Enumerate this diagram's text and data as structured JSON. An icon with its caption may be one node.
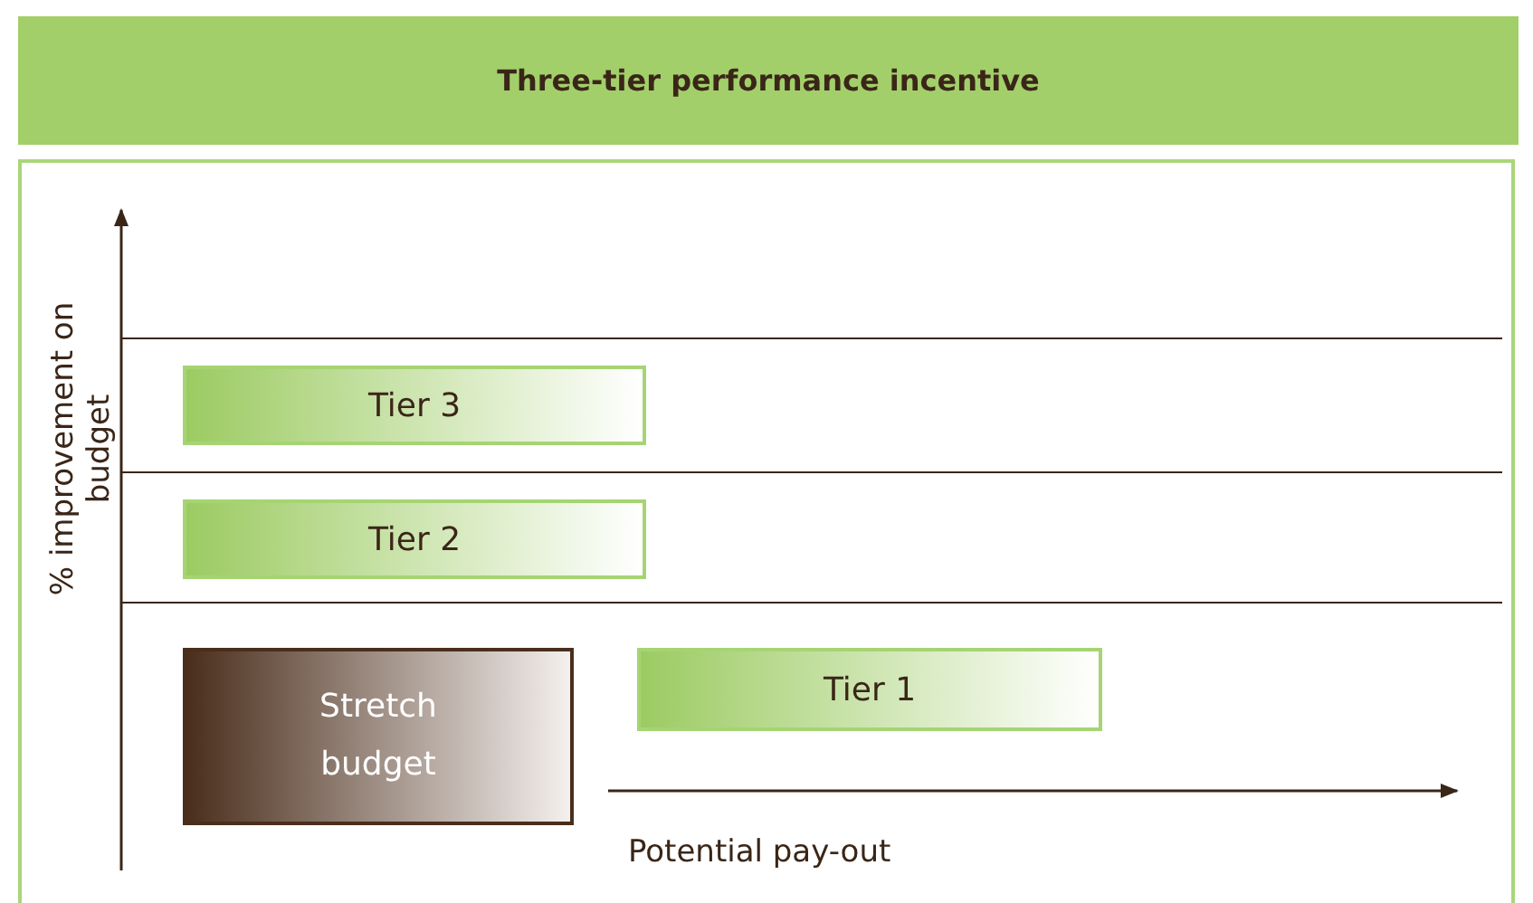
{
  "diagram": {
    "title": "Three-tier performance incentive",
    "nodes": [
      {
        "text": [
          "Tier 3"
        ]
      },
      {
        "text": [
          "Tier 2"
        ]
      },
      {
        "text": [
          "Stretch budget"
        ]
      },
      {
        "text": [
          "Tier 1"
        ]
      }
    ],
    "labels": [
      "% improvement on budget",
      "Potential pay-out"
    ]
  }
}
